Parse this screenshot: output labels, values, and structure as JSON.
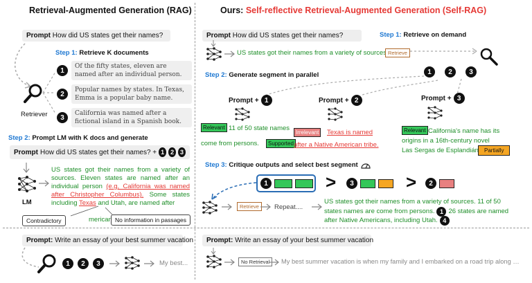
{
  "left": {
    "title": "Retrieval-Augmented Generation (RAG)",
    "prompt_label": "Prompt",
    "prompt_text": "How did US states get their names?",
    "step1": "Step 1:",
    "step1_text": "Retrieve K documents",
    "docs": [
      {
        "num": "1",
        "text": "Of the fifty states, eleven are named after an individual person."
      },
      {
        "num": "2",
        "text": "Popular names by states. In Texas, Emma is a popular baby name."
      },
      {
        "num": "3",
        "text": "California was named after a fictional island in a Spanish book."
      }
    ],
    "retriever_label": "Retriever",
    "step2": "Step 2:",
    "step2_text": "Prompt LM with K docs and generate",
    "prompt2_text": "How did US states get their names? +",
    "nums": [
      "1",
      "2",
      "3"
    ],
    "lm_label": "LM",
    "gen_text1": "US states got their names from a variety of sources. Eleven states are named after an individual person",
    "gen_red1": "(e.g, California was named after Christopher Columbus).",
    "gen_text2": "Some states including",
    "gen_red2": "Texas",
    "gen_text3": "and Utah, are named after",
    "gen_text4": "merican tribe.",
    "contradictory": "Contradictory",
    "no_info": "No information in passages"
  },
  "right": {
    "title_prefix": "Ours:",
    "title_main": "Self-reflective Retrieval-Augmented Generation (",
    "title_short": "Self-RAG",
    "title_close": ")",
    "prompt_label": "Prompt",
    "prompt_text": "How did US states get their names?",
    "step1": "Step 1:",
    "step1_text": "Retrieve on demand",
    "gen1": "US states got their names from a variety of sources.",
    "retrieve_tag": "Retrieve",
    "step2": "Step 2:",
    "step2_text": "Generate segment in parallel",
    "nums": [
      "1",
      "2",
      "3"
    ],
    "prompt_plus": "Prompt +",
    "seg1_tag": "Relevant",
    "seg1_text1": "11 of 50 state names",
    "seg1_text2": "come from persons.",
    "seg1_support": "Supported",
    "seg2_tag": "Irrelevant",
    "seg2_text1": "Texas is named",
    "seg2_text2": "after a Native American tribe.",
    "seg3_tag": "Relevant",
    "seg3_text1": "California's name has its",
    "seg3_text2": "origins in a 16th-century novel",
    "seg3_text3": "Las Sergas de Esplandián.",
    "seg3_partial": "Partially",
    "step3": "Step 3:",
    "step3_text": "Critique outputs and select best segment",
    "gt": ">",
    "retrieve_tag2": "Retrieve",
    "repeat": "Repeat....",
    "final1": "US states got their names from a variety of sources. 11 of 50",
    "final2": "states names are come from persons.",
    "final3": "26 states are named",
    "final4": "after Native Americans, including Utah.",
    "final_num1": "1",
    "final_num2": "4"
  },
  "bottom_left": {
    "prompt_label": "Prompt:",
    "prompt_text": "Write an essay of your best summer vacation",
    "nums": [
      "1",
      "2",
      "3"
    ],
    "output": "My best..."
  },
  "bottom_right": {
    "prompt_label": "Prompt:",
    "prompt_text": "Write an essay of your best summer vacation",
    "no_retrieval": "No Retrieval",
    "output": "My best summer vacation is when my family and I embarked on a road trip along …"
  }
}
